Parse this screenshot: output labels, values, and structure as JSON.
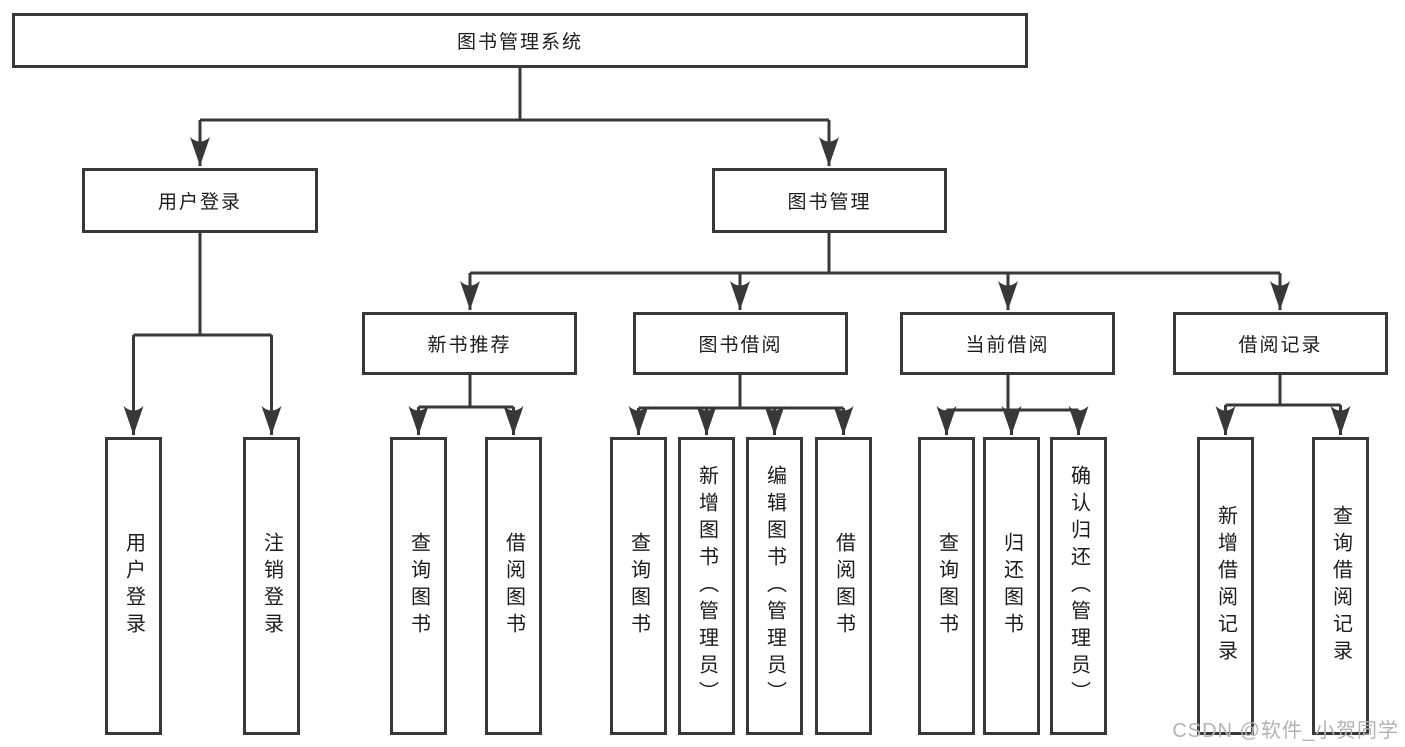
{
  "diagram": {
    "title": "图书管理系统",
    "tree": {
      "label": "图书管理系统",
      "children": [
        {
          "label": "用户登录",
          "children": [
            {
              "label": "用户登录"
            },
            {
              "label": "注销登录"
            }
          ]
        },
        {
          "label": "图书管理",
          "children": [
            {
              "label": "新书推荐",
              "children": [
                {
                  "label": "查询图书"
                },
                {
                  "label": "借阅图书"
                }
              ]
            },
            {
              "label": "图书借阅",
              "children": [
                {
                  "label": "查询图书"
                },
                {
                  "label": "新增图书（管理员）"
                },
                {
                  "label": "编辑图书（管理员）"
                },
                {
                  "label": "借阅图书"
                }
              ]
            },
            {
              "label": "当前借阅",
              "children": [
                {
                  "label": "查询图书"
                },
                {
                  "label": "归还图书"
                },
                {
                  "label": "确认归还（管理员）"
                }
              ]
            },
            {
              "label": "借阅记录",
              "children": [
                {
                  "label": "新增借阅记录"
                },
                {
                  "label": "查询借阅记录"
                }
              ]
            }
          ]
        }
      ]
    }
  },
  "watermark": {
    "text": "CSDN @软件_小贺同学"
  },
  "colors": {
    "line": "#383838",
    "box_border": "#383838",
    "text": "#1c1c1c",
    "background": "#ffffff",
    "watermark": "#b3b3b3"
  }
}
